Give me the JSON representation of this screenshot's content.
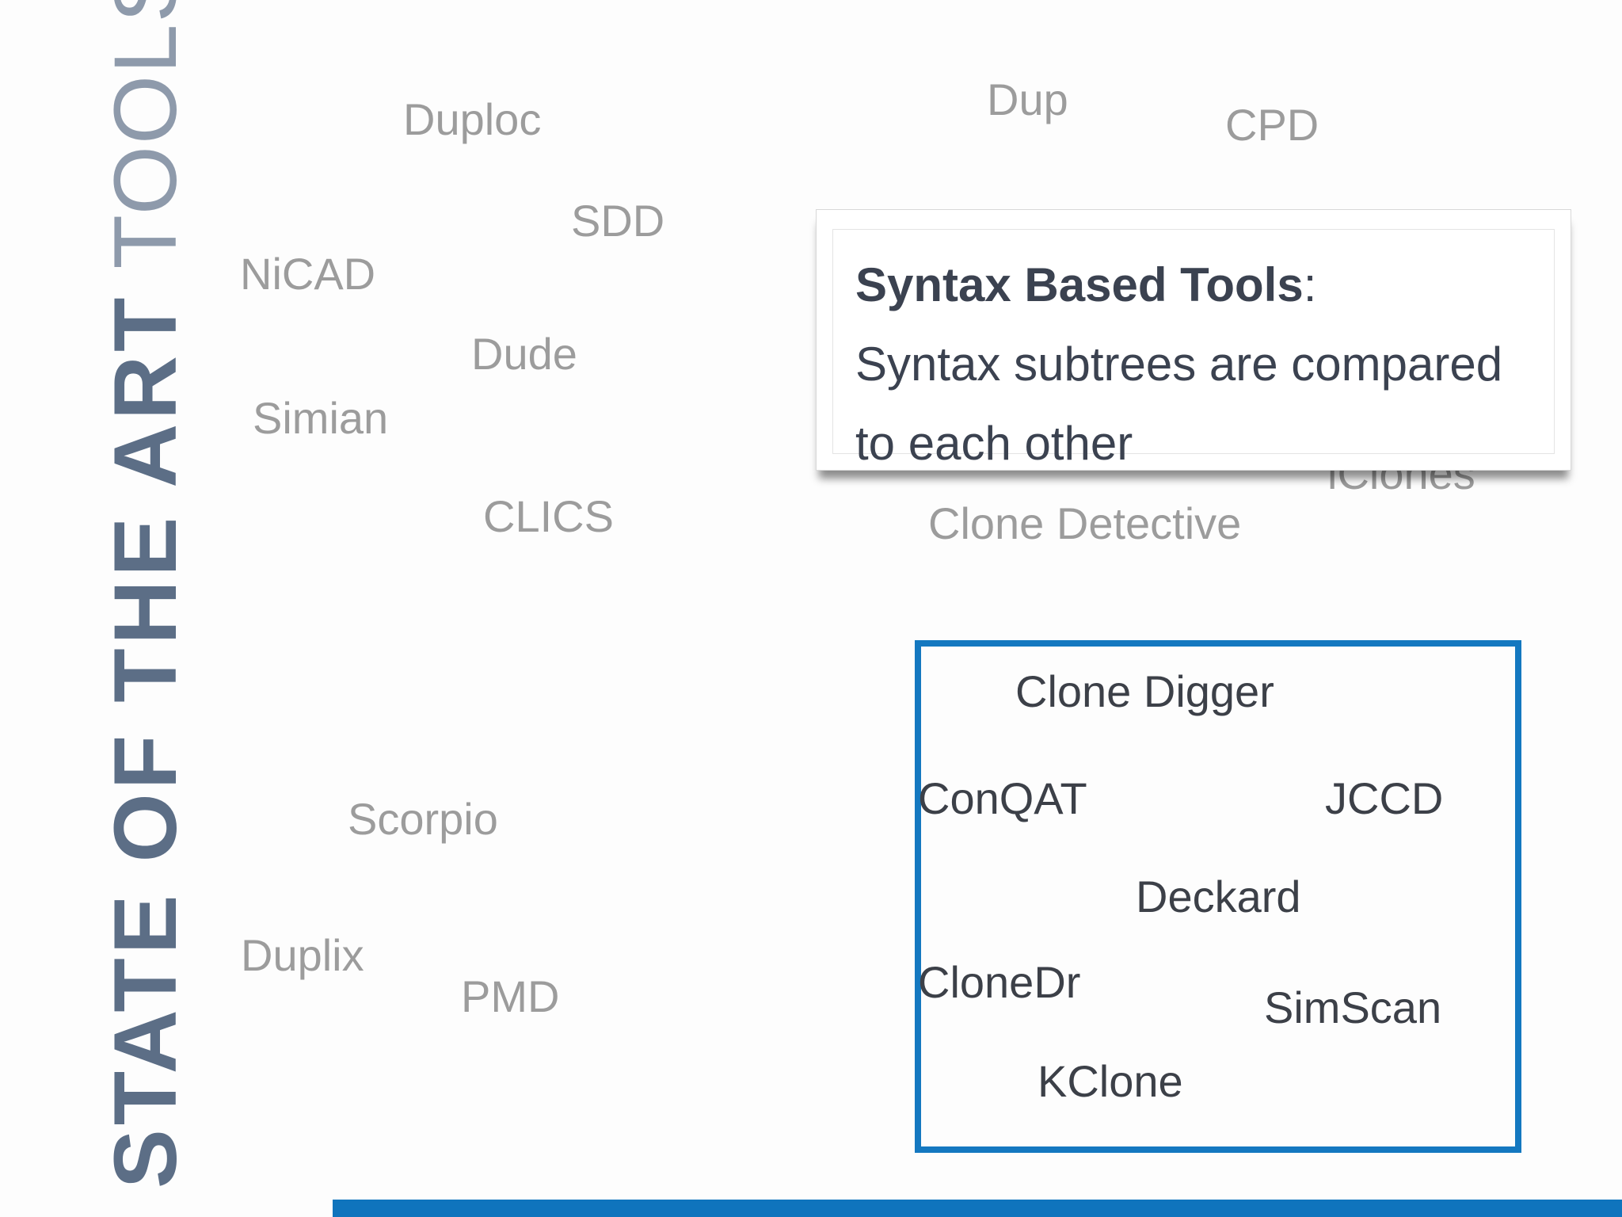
{
  "slide": {
    "title_strong": "STATE OF THE ART",
    "title_light": "TOOLS"
  },
  "tools": {
    "duploc": "Duploc",
    "dup": "Dup",
    "cpd": "CPD",
    "sdd": "SDD",
    "nicad": "NiCAD",
    "dude": "Dude",
    "simian": "Simian",
    "clics": "CLICS",
    "iclones": "iClones",
    "clone_detective": "Clone Detective",
    "scorpio": "Scorpio",
    "duplix": "Duplix",
    "pmd": "PMD"
  },
  "syntax_tools": {
    "clone_digger": "Clone Digger",
    "conqat": "ConQAT",
    "jccd": "JCCD",
    "deckard": "Deckard",
    "clonedr": "CloneDr",
    "simscan": "SimScan",
    "kclone": "KClone"
  },
  "callout": {
    "title": "Syntax Based Tools",
    "colon": ":",
    "line1": "Syntax subtrees are compared",
    "line2": "to each other"
  },
  "colors": {
    "accent_blue": "#1478c0",
    "title_gray_blue": "#5c6e86",
    "dim_text": "#9c9c9c",
    "dark_text": "#3c4048"
  }
}
